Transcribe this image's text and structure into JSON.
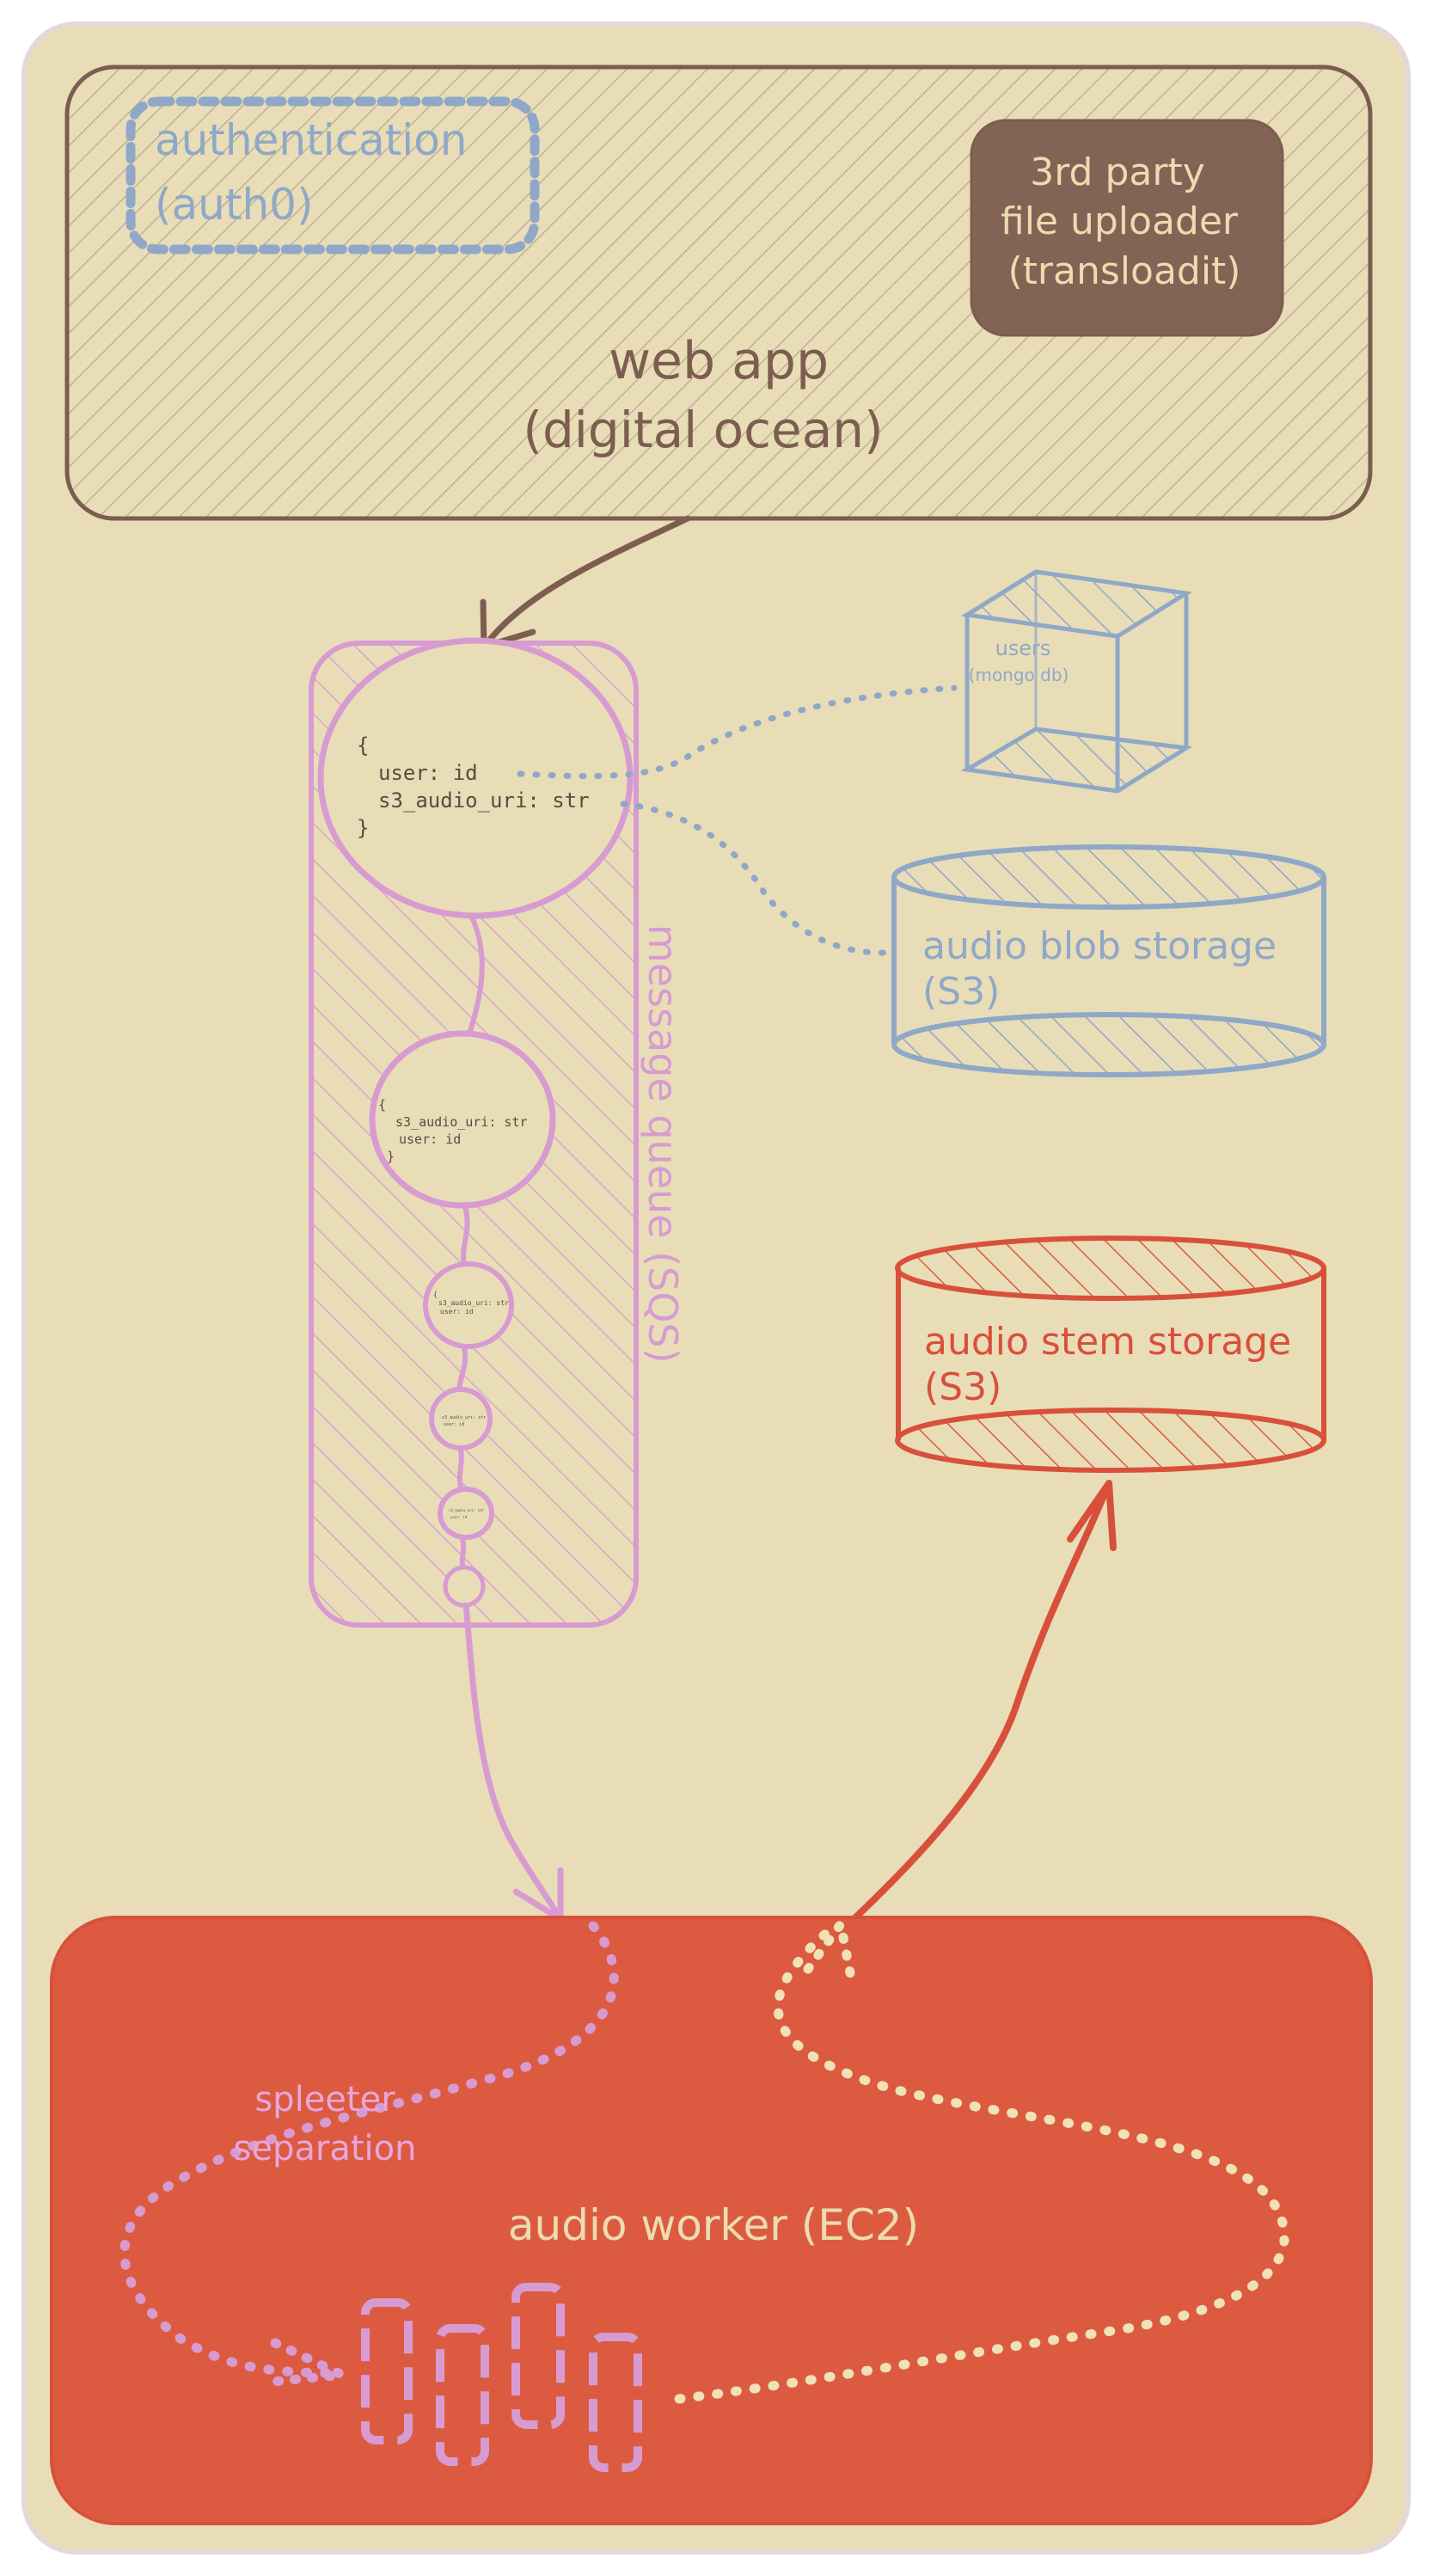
{
  "colors": {
    "background": "#e8ddb7",
    "frame_border": "#e4d7d8",
    "brown": "#7c5d50",
    "brown_fill": "#826355",
    "blue": "#8fa8c8",
    "pink": "#d79bd1",
    "red": "#dc5b40",
    "red_stroke": "#d8503b",
    "cream": "#efe2b4",
    "text_cream": "#ecdcb0"
  },
  "web_app": {
    "title_line1": "web app",
    "title_line2": "(digital ocean)",
    "auth_line1": "authentication",
    "auth_line2": "(auth0)",
    "uploader_line1": "3rd party",
    "uploader_line2": "file uploader",
    "uploader_line3": "(transloadit)"
  },
  "queue": {
    "label": "message queue (SQS)",
    "message_main": [
      "{",
      "  user: id",
      "  s3_audio_uri: str",
      "}"
    ],
    "message_second": [
      "{",
      "  s3_audio_uri: str",
      "  user: id",
      "}"
    ],
    "message_small": [
      "{",
      "  s3_audio_uri: str",
      "  user: id",
      "}"
    ]
  },
  "users_db": {
    "line1": "users",
    "line2": "(mongo db)"
  },
  "blob_storage": {
    "line1": "audio blob storage",
    "line2": "(S3)"
  },
  "stem_storage": {
    "line1": "audio stem storage",
    "line2": "(S3)"
  },
  "worker": {
    "title": "audio worker (EC2)",
    "spleeter_line1": "spleeter",
    "spleeter_line2": "separation"
  }
}
